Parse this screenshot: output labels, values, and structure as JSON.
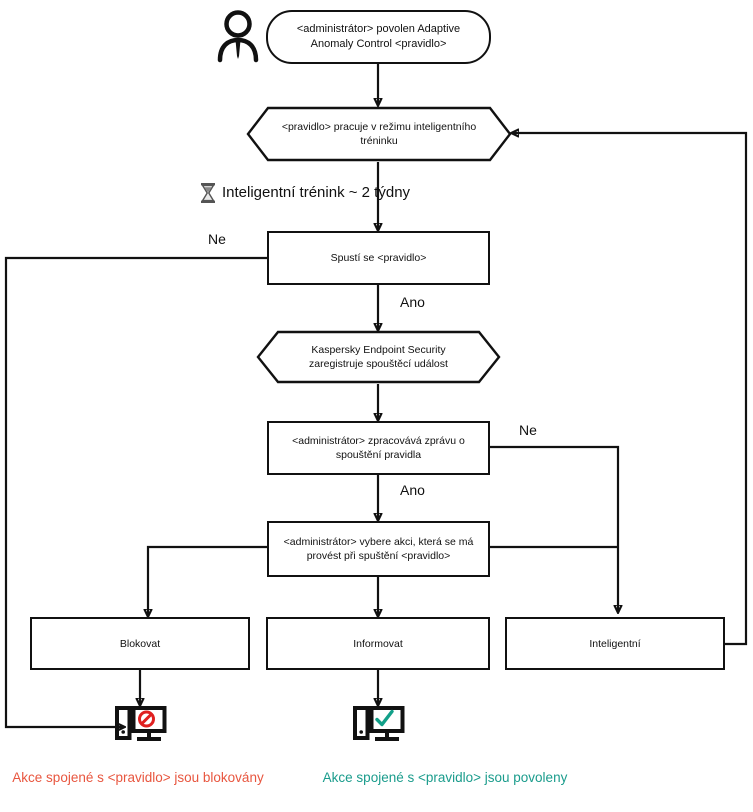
{
  "diagram": {
    "title": "Adaptive Anomaly Control rule workflow",
    "colors": {
      "line": "#111111",
      "blocked_text": "#e8563f",
      "allowed_text": "#1a9c8c",
      "block_icon": "#e02020",
      "check_icon": "#12a089"
    },
    "nodes": {
      "actor": {
        "icon": "person-icon"
      },
      "start": {
        "text": "<administrátor> povolen Adaptive Anomaly Control <pravidlo>"
      },
      "smart_mode": {
        "text": "<pravidlo> pracuje v režimu inteligentního tréninku"
      },
      "training_note": {
        "icon": "hourglass-icon",
        "text": "Inteligentní trénink ~ 2 týdny"
      },
      "rule_triggered": {
        "text": "Spustí se <pravidlo>"
      },
      "kes_registers": {
        "text": "Kaspersky Endpoint Security zaregistruje spouštěcí událost"
      },
      "admin_processes": {
        "text": "<administrátor> zpracovává zprávu o spouštění pravidla"
      },
      "admin_selects": {
        "text": "<administrátor> vybere akci, která se má provést při spuštění <pravidlo>"
      },
      "action_block": {
        "text": "Blokovat"
      },
      "action_inform": {
        "text": "Informovat"
      },
      "action_smart": {
        "text": "Inteligentní"
      }
    },
    "edge_labels": {
      "no_1": "Ne",
      "yes_1": "Ano",
      "no_2": "Ne",
      "yes_2": "Ano"
    },
    "icons": {
      "blocked_computer": "computer-blocked-icon",
      "allowed_computer": "computer-allowed-icon"
    },
    "captions": {
      "blocked": "Akce spojené s <pravidlo> jsou blokovány",
      "allowed": "Akce spojené s <pravidlo> jsou povoleny"
    }
  }
}
